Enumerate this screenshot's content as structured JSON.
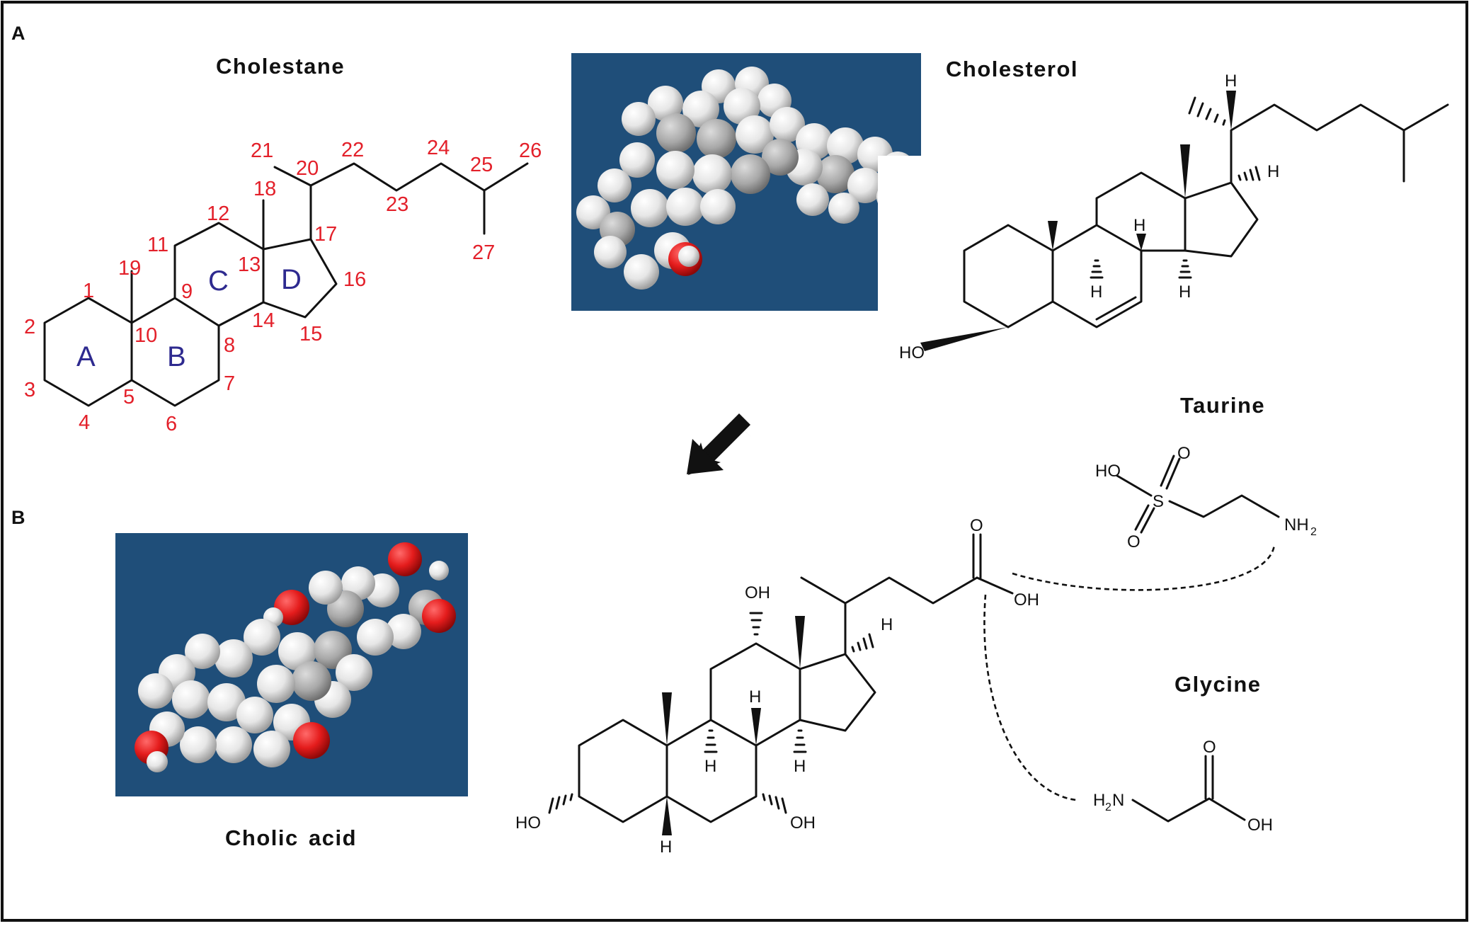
{
  "panels": {
    "a": "A",
    "b": "B"
  },
  "titles": {
    "cholestane": "Cholestane",
    "cholesterol": "Cholesterol",
    "taurine": "Taurine",
    "glycine": "Glycine",
    "cholic_word1": "Cholic",
    "cholic_word2": "acid"
  },
  "carbon_numbers": [
    "1",
    "2",
    "3",
    "4",
    "5",
    "6",
    "7",
    "8",
    "9",
    "10",
    "11",
    "12",
    "13",
    "14",
    "15",
    "16",
    "17",
    "18",
    "19",
    "20",
    "21",
    "22",
    "23",
    "24",
    "25",
    "26",
    "27"
  ],
  "ring_letters": [
    "A",
    "B",
    "C",
    "D"
  ],
  "atoms": {
    "H": "H",
    "HO": "HO",
    "OH": "OH",
    "O": "O",
    "S": "S",
    "NH": "NH",
    "H2_prefix": "H",
    "N": "N",
    "subscript_2": "2"
  },
  "colors": {
    "numbers": "#e3202a",
    "ring_letters": "#2e2a8f",
    "model_background": "#1f4e79",
    "oxygen": "#e01818",
    "hydrogen": "#f2f2f2"
  },
  "icons": {
    "arrow": "down-left-arrow-icon"
  }
}
